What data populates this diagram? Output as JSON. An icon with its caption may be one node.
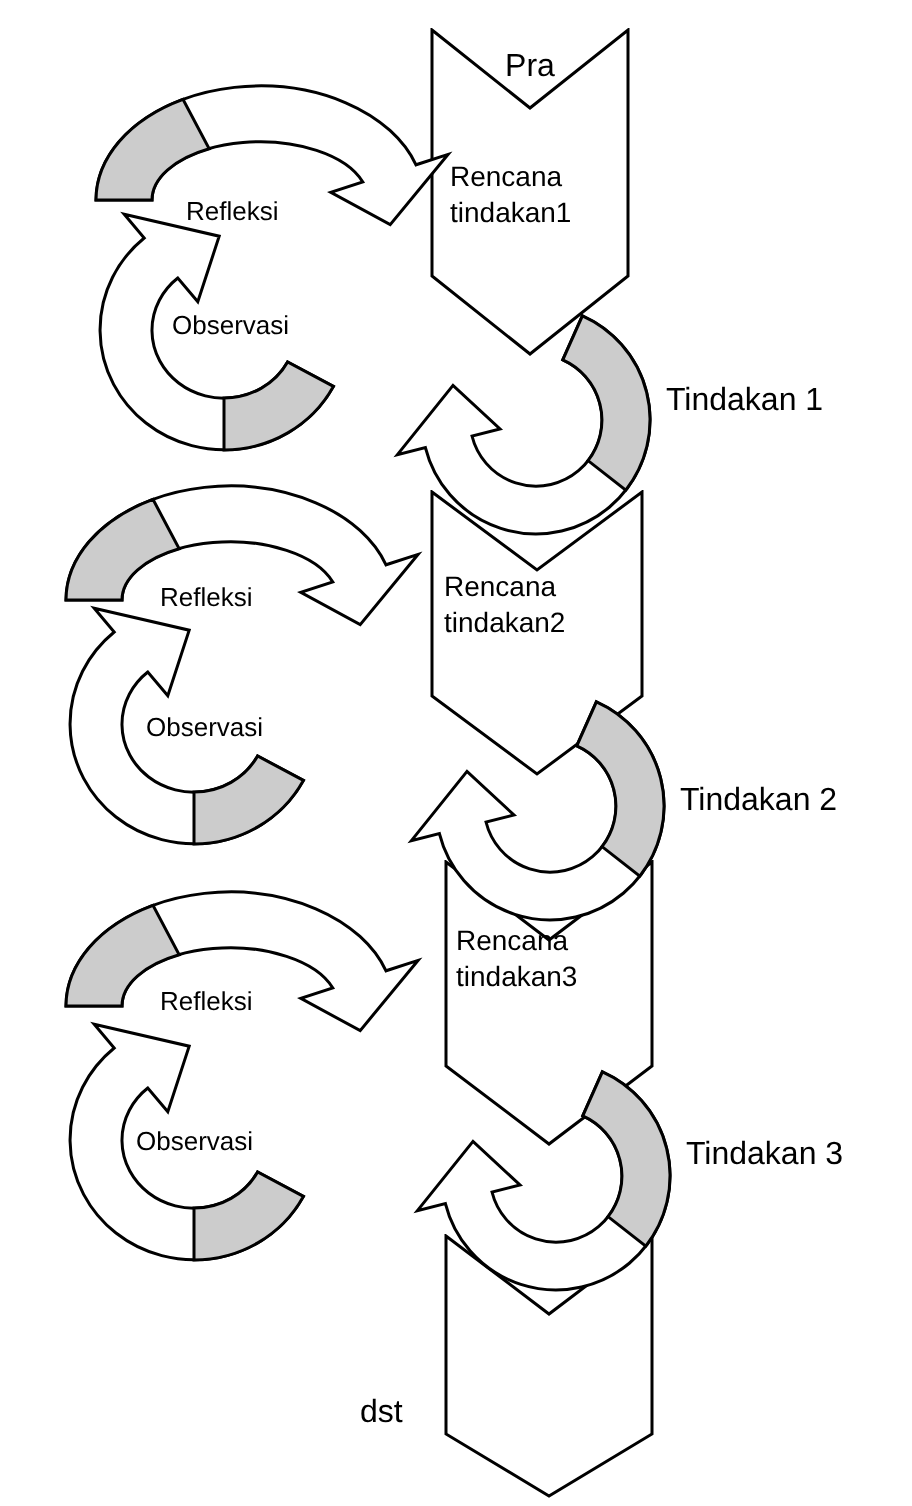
{
  "diagram": {
    "nodes": [
      {
        "text": [
          "Pra",
          "Rencana tindakan1"
        ]
      },
      {
        "text": [
          "Refleksi"
        ]
      },
      {
        "text": [
          "Observasi"
        ]
      },
      {
        "text": [
          "Rencana tindakan2"
        ]
      },
      {
        "text": [
          "Refleksi"
        ]
      },
      {
        "text": [
          "Observasi"
        ]
      },
      {
        "text": [
          "Rencana tindakan3"
        ]
      },
      {
        "text": [
          "Refleksi"
        ]
      },
      {
        "text": [
          "Observasi"
        ]
      },
      {
        "text": [],
        "shape": "chevron",
        "beside": [
          "dst"
        ]
      }
    ],
    "edges": [
      {
        "from": 2,
        "to": 1,
        "arrow": "to"
      },
      {
        "from": 1,
        "to": 0,
        "arrow": "to"
      },
      {
        "from": null,
        "to": 0,
        "arrow": "to",
        "label": "Tindakan 1"
      },
      {
        "from": 5,
        "to": 4,
        "arrow": "to"
      },
      {
        "from": 4,
        "to": 3,
        "arrow": "to"
      },
      {
        "from": null,
        "to": 3,
        "arrow": "to",
        "label": "Tindakan 2"
      },
      {
        "from": 8,
        "to": 7,
        "arrow": "to"
      },
      {
        "from": 7,
        "to": 6,
        "arrow": "to"
      },
      {
        "from": null,
        "to": 6,
        "arrow": "to",
        "label": "Tindakan 3"
      }
    ]
  }
}
